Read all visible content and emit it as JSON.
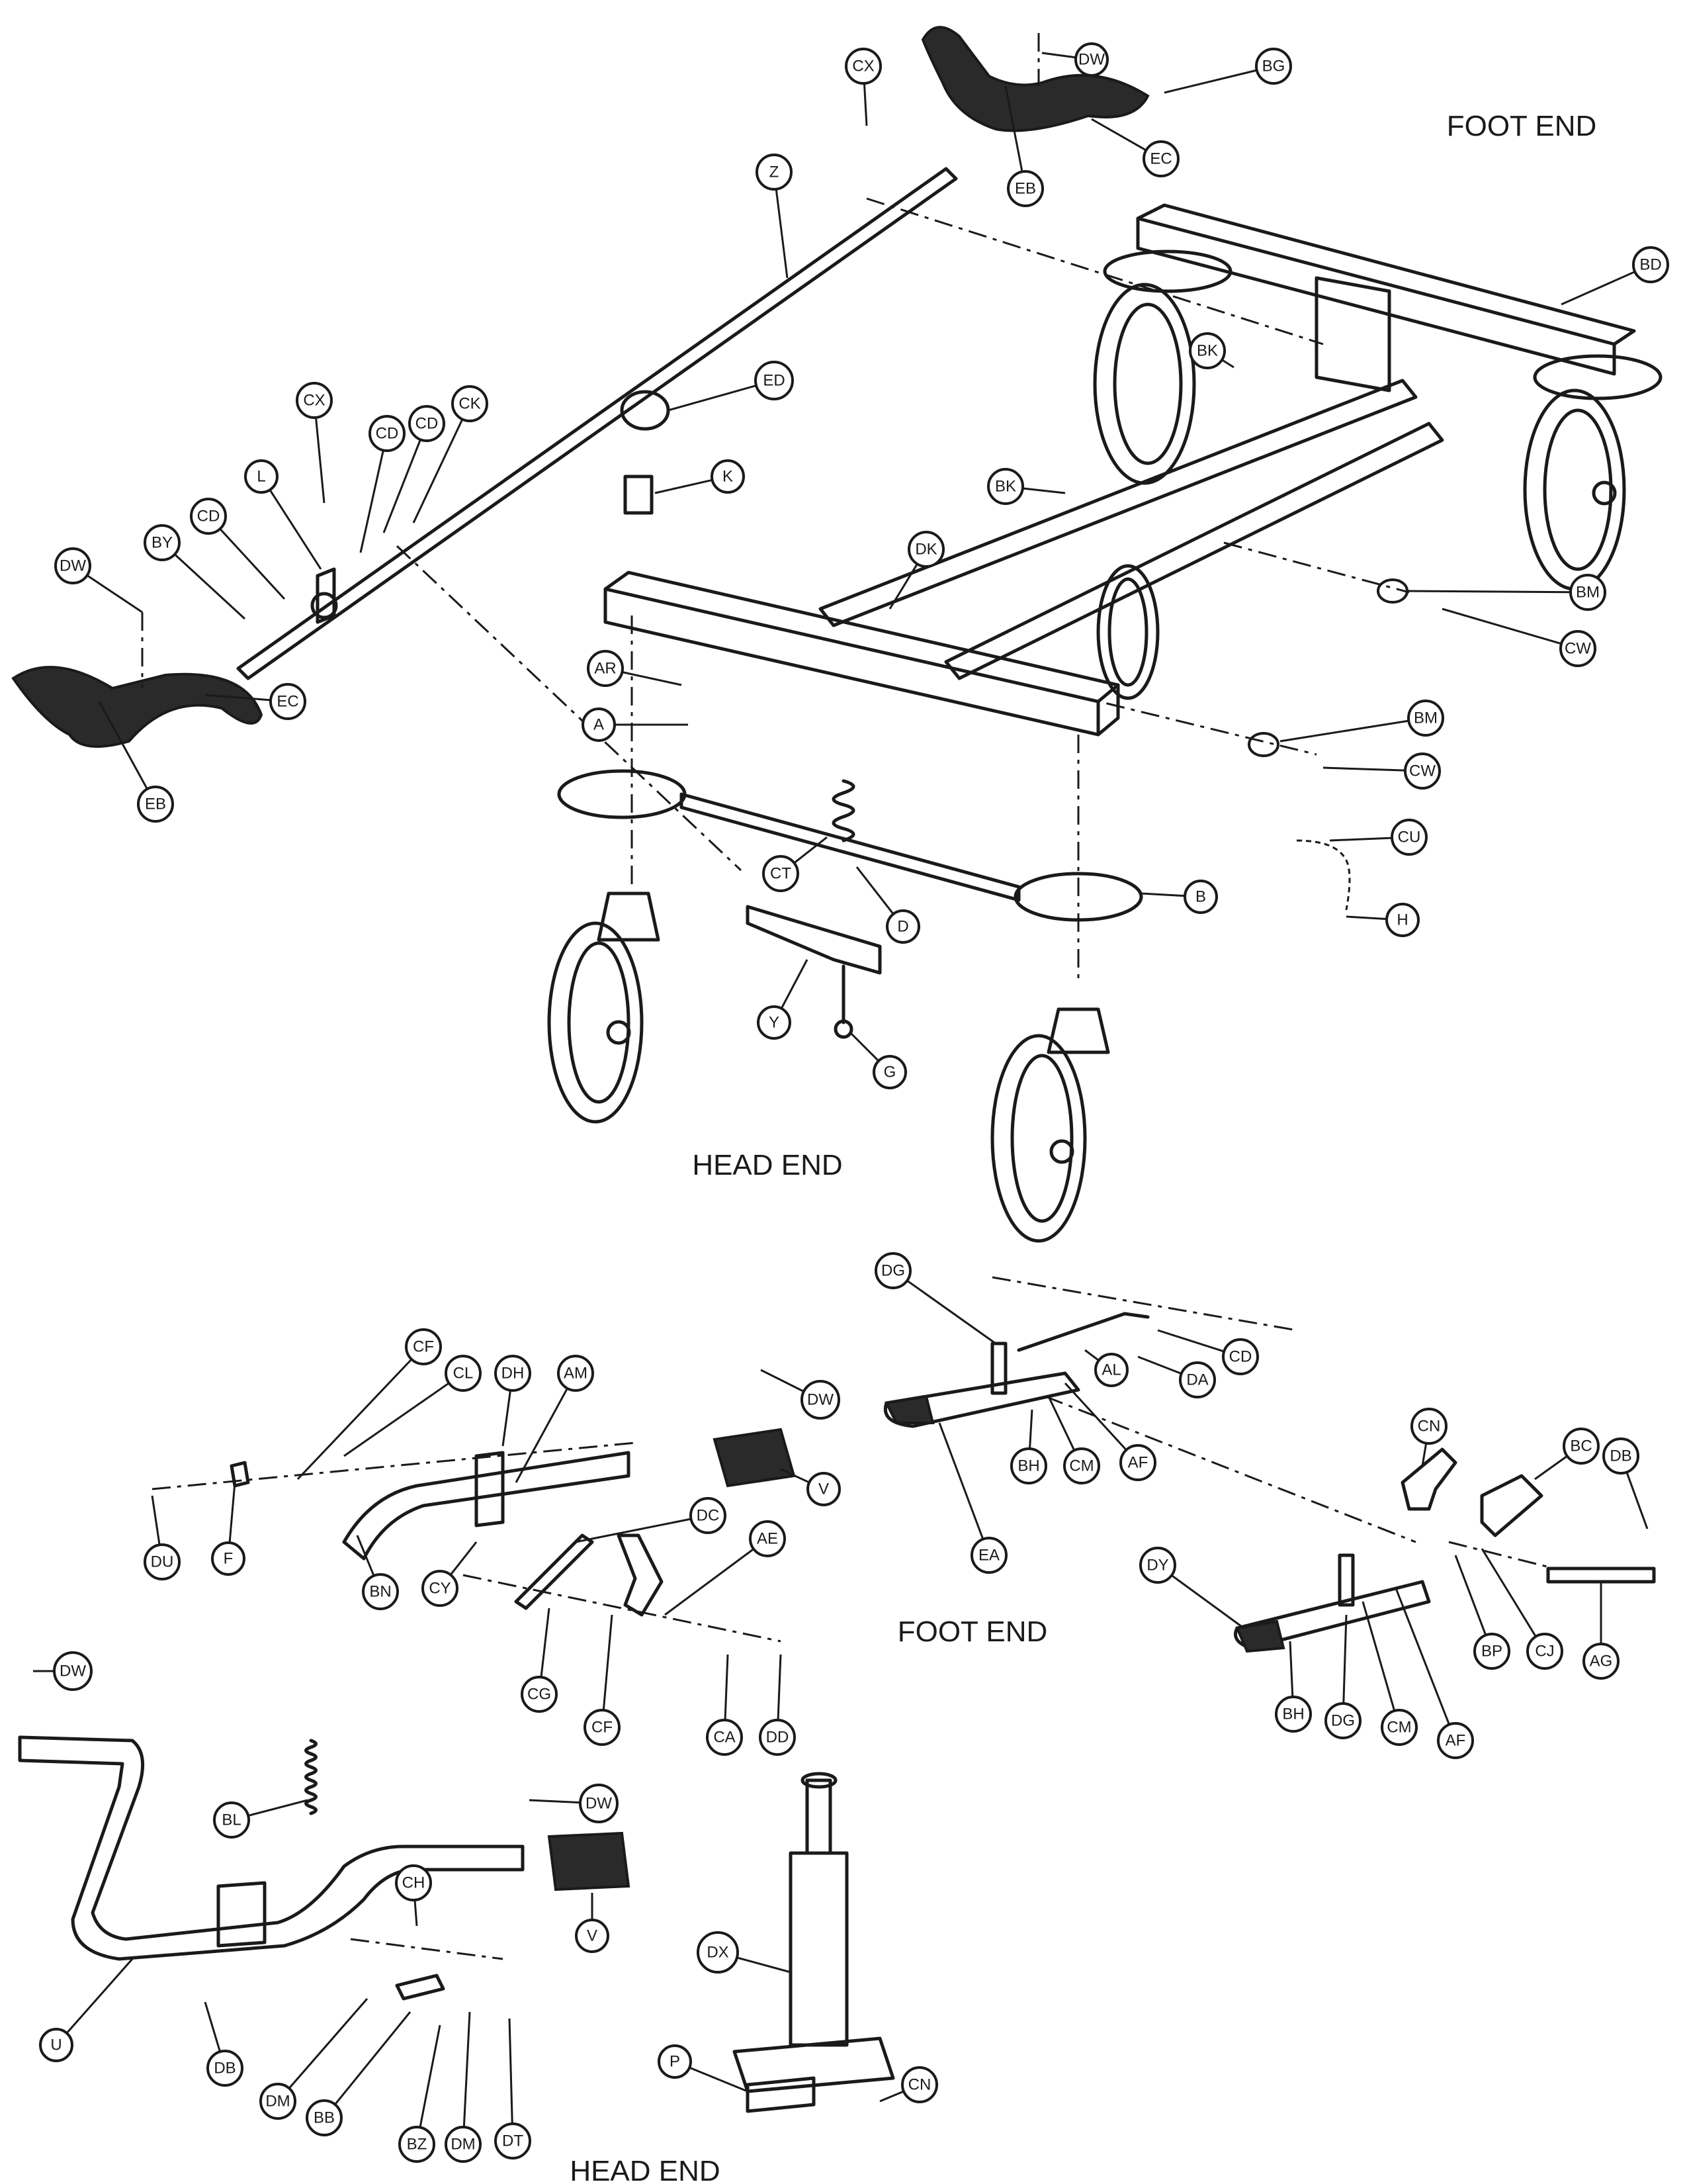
{
  "labels": {
    "foot_end_top": "FOOT END",
    "head_end_top": "HEAD END",
    "foot_end_mid": "FOOT END",
    "head_end_bottom": "HEAD END"
  },
  "callouts": {
    "cx1": "CX",
    "dw1": "DW",
    "bg": "BG",
    "ec1": "EC",
    "eb1": "EB",
    "z": "Z",
    "bd": "BD",
    "bk1": "BK",
    "ed": "ED",
    "cx2": "CX",
    "cd1": "CD",
    "cd2": "CD",
    "ck": "CK",
    "l": "L",
    "cd3": "CD",
    "by": "BY",
    "dw2": "DW",
    "ec2": "EC",
    "eb2": "EB",
    "k": "K",
    "bk2": "BK",
    "dk": "DK",
    "bm1": "BM",
    "cw1": "CW",
    "ar": "AR",
    "a": "A",
    "bm2": "BM",
    "cw2": "CW",
    "cu": "CU",
    "ct": "CT",
    "b": "B",
    "d": "D",
    "h": "H",
    "y": "Y",
    "g": "G",
    "cf1": "CF",
    "cl": "CL",
    "dh": "DH",
    "am": "AM",
    "dw3": "DW",
    "v1": "V",
    "du": "DU",
    "f": "F",
    "bn": "BN",
    "cy": "CY",
    "dc": "DC",
    "ae": "AE",
    "cg": "CG",
    "cf2": "CF",
    "ca": "CA",
    "dd": "DD",
    "dg1": "DG",
    "al": "AL",
    "da": "DA",
    "cd4": "CD",
    "bh1": "BH",
    "cm1": "CM",
    "af1": "AF",
    "ea": "EA",
    "cn1": "CN",
    "bc": "BC",
    "db1": "DB",
    "dy": "DY",
    "bp": "BP",
    "cj": "CJ",
    "ag": "AG",
    "bh2": "BH",
    "dg2": "DG",
    "cm2": "CM",
    "af2": "AF",
    "dw4": "DW",
    "bl": "BL",
    "dw5": "DW",
    "ch": "CH",
    "v2": "V",
    "dx": "DX",
    "u": "U",
    "db2": "DB",
    "dm1": "DM",
    "bb": "BB",
    "bz": "BZ",
    "dm2": "DM",
    "dt": "DT",
    "p": "P",
    "cn2": "CN"
  }
}
